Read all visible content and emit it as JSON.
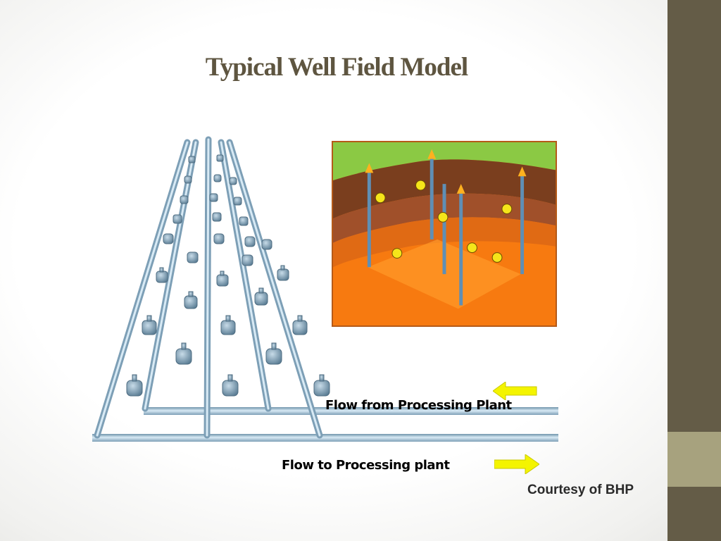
{
  "slide": {
    "title": "Typical Well Field Model",
    "credit": "Courtesy of BHP"
  },
  "diagram": {
    "flow_from_label": "Flow from Processing Plant",
    "flow_to_label": "Flow to Processing plant",
    "icons": {
      "flow_from_arrow": "arrow-left-icon",
      "flow_to_arrow": "arrow-right-icon"
    },
    "colors": {
      "pipe": "#9cc0d8",
      "pipe_dark": "#6f93ab",
      "arrow": "#f4f400",
      "soil_orange": "#f77a10",
      "grass": "#7cc23a",
      "accent_bar": "#645c47",
      "accent_bar_light": "#a7a27e",
      "title": "#5e5540"
    }
  }
}
